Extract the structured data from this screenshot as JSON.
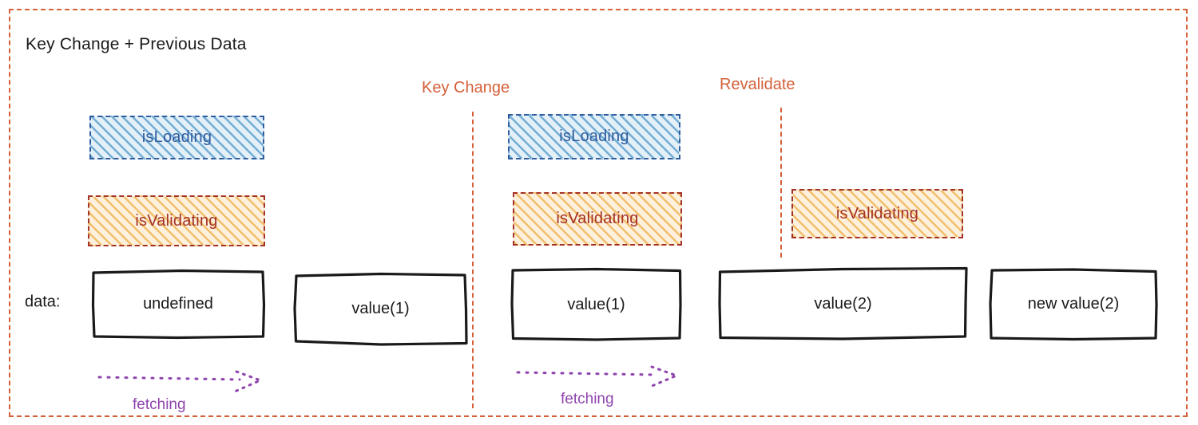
{
  "frame": {
    "border_color": "#d4603a",
    "style": "dashed"
  },
  "title": "Key Change + Previous Data",
  "section_labels": {
    "key_change": "Key Change",
    "revalidate": "Revalidate",
    "color": "#d4603a"
  },
  "row_label": "data:",
  "colors": {
    "accent_orange": "#d4603a",
    "loading_blue": "#2f5d9e",
    "loading_hatch": "#6eaad2",
    "validating_red": "#a33227",
    "validating_hatch": "#f0b95f",
    "fetching_purple": "#8e44ad",
    "box_stroke": "#1a1a1a",
    "text": "#1a1a1a"
  },
  "timeline": {
    "phases": [
      {
        "id": "initial-load",
        "states": [
          {
            "name": "isLoading",
            "kind": "loading"
          },
          {
            "name": "isValidating",
            "kind": "validating"
          }
        ]
      },
      {
        "id": "after-key-change",
        "states": [
          {
            "name": "isLoading",
            "kind": "loading"
          },
          {
            "name": "isValidating",
            "kind": "validating"
          }
        ]
      },
      {
        "id": "after-revalidate",
        "states": [
          {
            "name": "isValidating",
            "kind": "validating"
          }
        ]
      }
    ]
  },
  "state_chips": [
    {
      "label": "isLoading",
      "kind": "loading"
    },
    {
      "label": "isValidating",
      "kind": "validating"
    },
    {
      "label": "isLoading",
      "kind": "loading"
    },
    {
      "label": "isValidating",
      "kind": "validating"
    },
    {
      "label": "isValidating",
      "kind": "validating"
    }
  ],
  "data_boxes": [
    {
      "value": "undefined"
    },
    {
      "value": "value(1)"
    },
    {
      "value": "value(1)"
    },
    {
      "value": "value(2)"
    },
    {
      "value": "new value(2)"
    }
  ],
  "fetch_arrows": [
    {
      "label": "fetching"
    },
    {
      "label": "fetching"
    }
  ]
}
